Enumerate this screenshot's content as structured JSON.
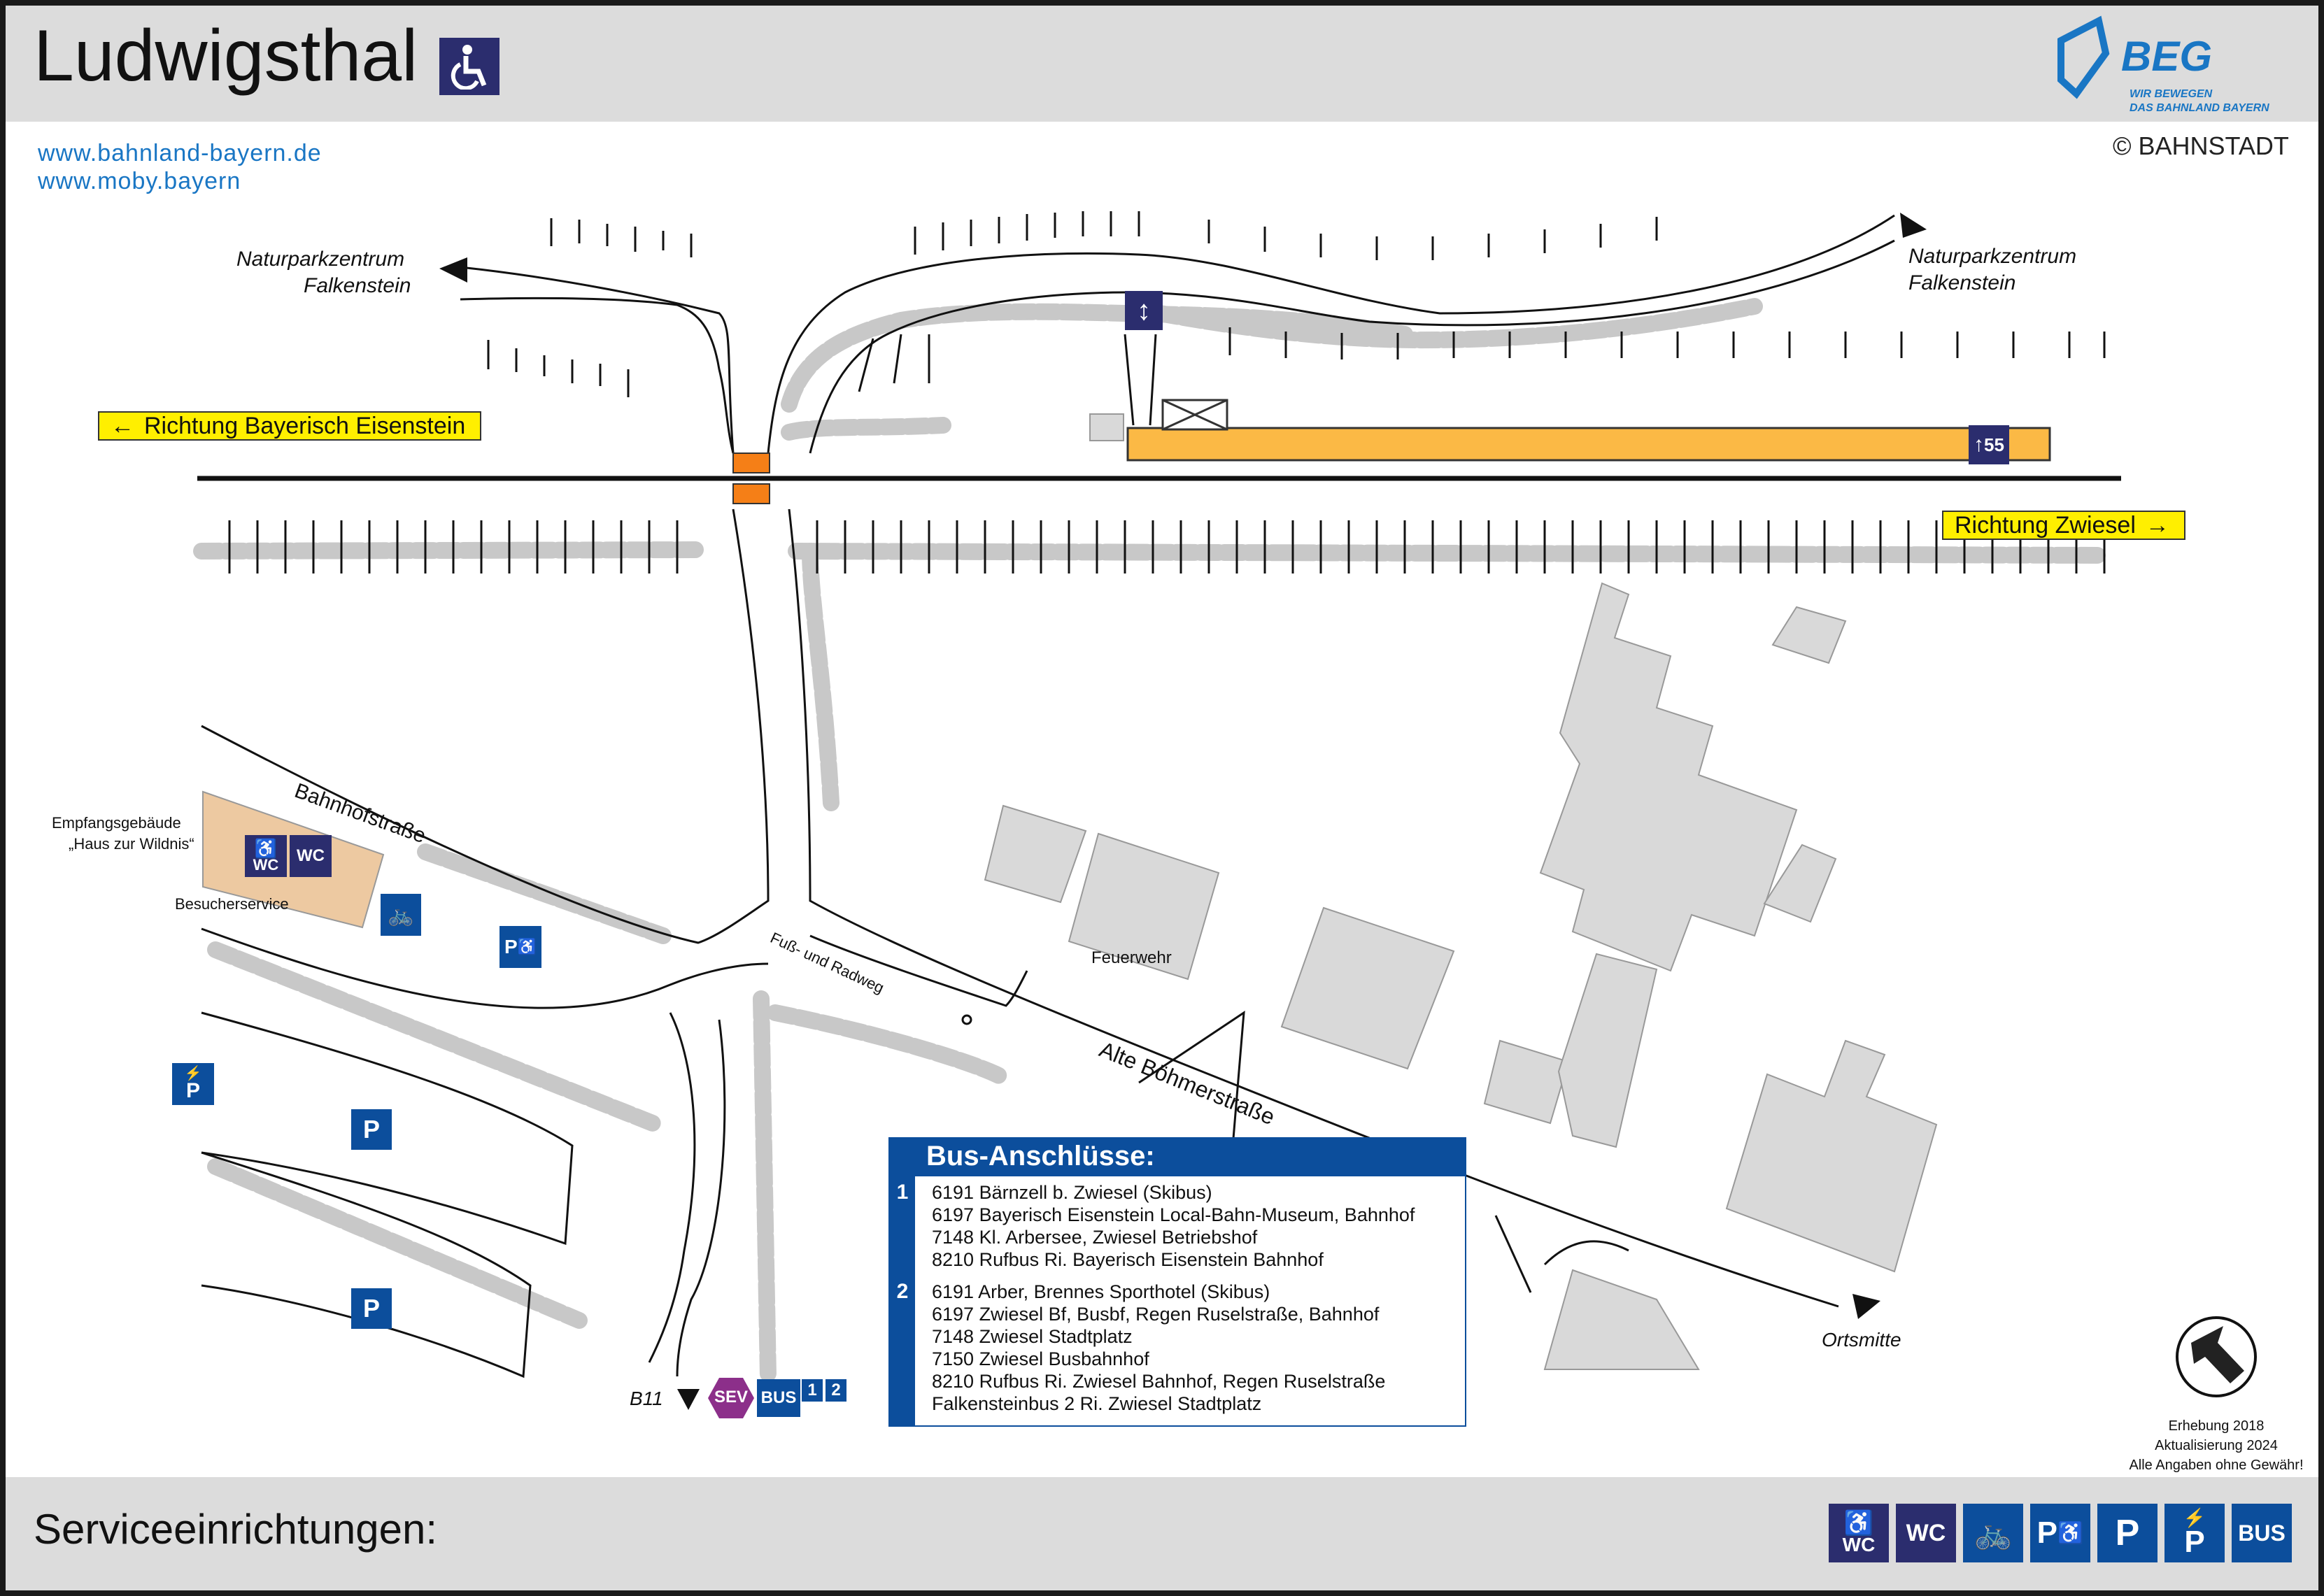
{
  "station": {
    "name": "Ludwigsthal",
    "accessibility_icon": "wheelchair-icon"
  },
  "logo": {
    "brand": "BEG",
    "tagline_1": "WIR BEWEGEN",
    "tagline_2": "DAS BAHNLAND BAYERN",
    "copyright": "© BAHNSTADT"
  },
  "links": {
    "url_1": "www.bahnland-bayern.de",
    "url_2": "www.moby.bayern"
  },
  "map": {
    "dest_left_1": "Naturparkzentrum",
    "dest_left_2": "Falkenstein",
    "dest_right_1": "Naturparkzentrum",
    "dest_right_2": "Falkenstein",
    "dir_left": "Richtung Bayerisch Eisenstein",
    "dir_right": "Richtung Zwiesel",
    "platform_sign": "55",
    "street_bahnhof": "Bahnhofstraße",
    "street_path": "Fuß- und Radweg",
    "street_alte": "Alte Böhmerstraße",
    "building_main_1": "Empfangsgebäude",
    "building_main_2": "„Haus zur Wildnis“",
    "visitor_service": "Besucherservice",
    "fire_station": "Feuerwehr",
    "town_centre": "Ortsmitte",
    "road_b11": "B11",
    "sev_label": "SEV",
    "bus_label": "BUS",
    "bus_stop_1": "1",
    "bus_stop_2": "2",
    "wc_label": "WC",
    "parking_label": "P"
  },
  "bus_connections": {
    "title": "Bus-Anschlüsse:",
    "groups": [
      {
        "stop": "1",
        "lines": [
          "6191 Bärnzell b. Zwiesel (Skibus)",
          "6197 Bayerisch Eisenstein Local-Bahn-Museum, Bahnhof",
          "7148 Kl. Arbersee, Zwiesel Betriebshof",
          "8210 Rufbus Ri. Bayerisch Eisenstein Bahnhof"
        ]
      },
      {
        "stop": "2",
        "lines": [
          "6191 Arber, Brennes Sporthotel (Skibus)",
          "6197 Zwiesel Bf, Busbf, Regen Ruselstraße, Bahnhof",
          "7148 Zwiesel Stadtplatz",
          "7150 Zwiesel Busbahnhof",
          "8210 Rufbus Ri. Zwiesel Bahnhof, Regen Ruselstraße",
          "Falkensteinbus 2 Ri. Zwiesel Stadtplatz"
        ]
      }
    ]
  },
  "credits": {
    "survey": "Erhebung 2018",
    "update": "Aktualisierung 2024",
    "disclaimer": "Alle Angaben ohne Gewähr!"
  },
  "footer": {
    "title": "Serviceeinrichtungen:",
    "icons": [
      "accessible-wc-icon",
      "wc-icon",
      "bicycle-parking-icon",
      "accessible-parking-icon",
      "parking-icon",
      "ev-charging-parking-icon",
      "bus-icon"
    ],
    "wc_label": "WC",
    "parking_label": "P",
    "bus_label": "BUS"
  },
  "colors": {
    "header_bg": "#dcdcdc",
    "platform": "#fbb945",
    "crossing": "#f57f17",
    "direction_sign": "#ffef00",
    "sign_navy": "#2b2d6e",
    "sign_blue": "#0c4e9c",
    "sev_purple": "#8c2f8a",
    "building_grey": "#d9d9d9",
    "reception_building": "#edc9a1",
    "url_blue": "#1976c4"
  }
}
